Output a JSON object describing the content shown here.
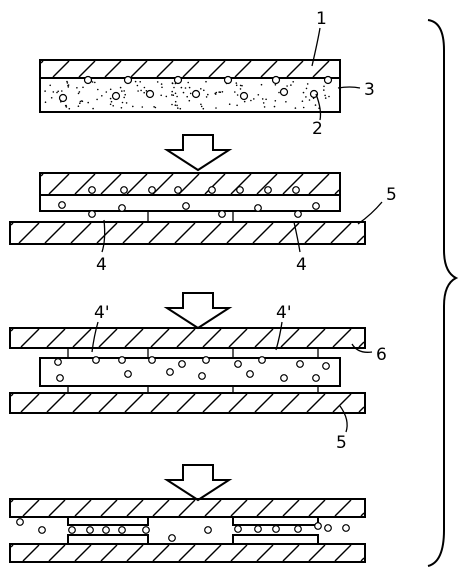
{
  "labels": {
    "l1": "1",
    "l2": "2",
    "l3": "3",
    "l4a": "4",
    "l4b": "4",
    "l5a": "5",
    "l4pa": "4'",
    "l4pb": "4'",
    "l6": "6",
    "l5b": "5"
  }
}
